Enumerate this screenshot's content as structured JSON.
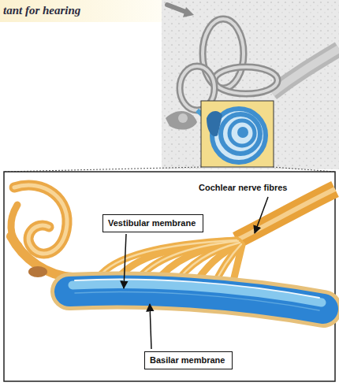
{
  "diagram": {
    "nodes": [
      {
        "text": [
          "Vestibular membrane"
        ]
      },
      {
        "text": [
          "Basilar membrane"
        ]
      }
    ],
    "labels": [
      "tant for hearing",
      "Cochlear nerve fibres"
    ]
  }
}
